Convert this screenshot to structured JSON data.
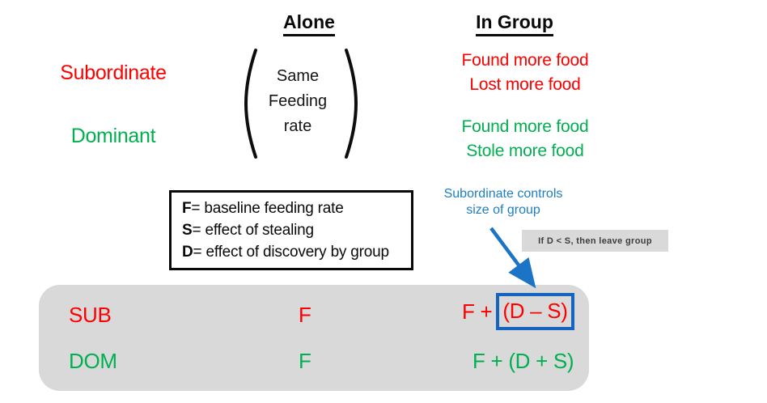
{
  "colors": {
    "red": "#FF0000",
    "green": "#00B050",
    "blue": "#1E7DC2",
    "boxblue": "#1565C0",
    "gray": "#D9D9D9"
  },
  "headers": {
    "alone": "Alone",
    "in_group": "In Group"
  },
  "row_labels": {
    "subordinate": "Subordinate",
    "dominant": "Dominant"
  },
  "alone_cell": {
    "lines": [
      "Same",
      "Feeding",
      "rate"
    ]
  },
  "in_group_outcomes": {
    "subordinate": [
      "Found more food",
      "Lost more food"
    ],
    "dominant": [
      "Found more food",
      "Stole more food"
    ]
  },
  "legend": {
    "lines": [
      {
        "symbol": "F",
        "definition": "= baseline feeding rate"
      },
      {
        "symbol": "S",
        "definition": "= effect of stealing"
      },
      {
        "symbol": "D",
        "definition": "= effect of discovery by group"
      }
    ]
  },
  "callout": {
    "line1": "Subordinate controls",
    "line2": "size of group",
    "condition_note": "If D < S, then leave group"
  },
  "summary_table": {
    "rows": [
      {
        "label": "SUB",
        "alone": "F",
        "in_group_prefix": "F +",
        "in_group_highlight": "(D – S)"
      },
      {
        "label": "DOM",
        "alone": "F",
        "in_group": "F + (D + S)"
      }
    ]
  }
}
